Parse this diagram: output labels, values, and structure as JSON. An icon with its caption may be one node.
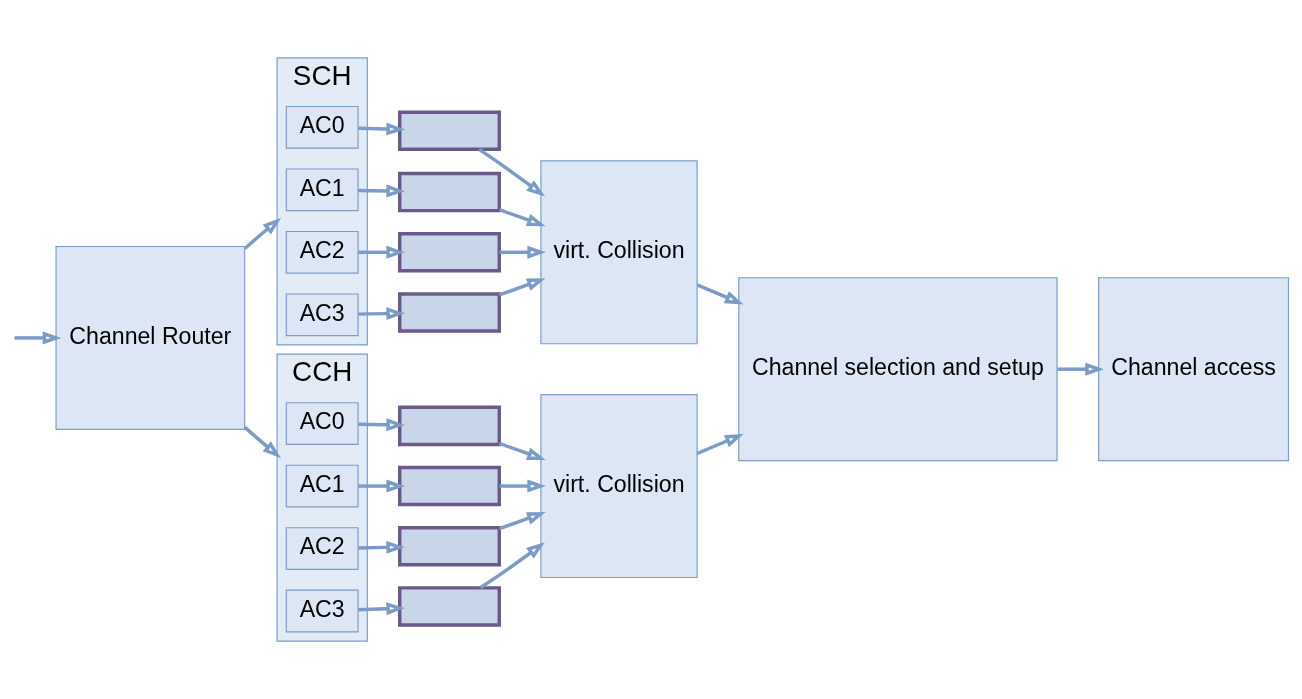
{
  "diagram": {
    "nodes": [
      {
        "text": [
          "Channel Router"
        ]
      },
      {
        "text": [
          "SCH"
        ]
      },
      {
        "text": [
          "AC0"
        ],
        "in": 1
      },
      {
        "text": [
          "AC1"
        ],
        "in": 1
      },
      {
        "text": [
          "AC2"
        ],
        "in": 1
      },
      {
        "text": [
          "AC3"
        ],
        "in": 1
      },
      {
        "text": [],
        "shape": "box"
      },
      {
        "text": [],
        "shape": "box"
      },
      {
        "text": [],
        "shape": "box"
      },
      {
        "text": [],
        "shape": "box"
      },
      {
        "text": [
          "virt. Collision"
        ]
      },
      {
        "text": [
          "CCH"
        ]
      },
      {
        "text": [
          "AC0"
        ],
        "in": 11
      },
      {
        "text": [
          "AC1"
        ],
        "in": 11
      },
      {
        "text": [
          "AC2"
        ],
        "in": 11
      },
      {
        "text": [
          "AC3"
        ],
        "in": 11
      },
      {
        "text": [],
        "shape": "box"
      },
      {
        "text": [],
        "shape": "box"
      },
      {
        "text": [],
        "shape": "box"
      },
      {
        "text": [],
        "shape": "box"
      },
      {
        "text": [
          "virt. Collision"
        ]
      },
      {
        "text": [
          "Channel selection and setup"
        ]
      },
      {
        "text": [
          "Channel access"
        ]
      }
    ],
    "edges": [
      {
        "from": null,
        "to": 0,
        "arrow": "to"
      },
      {
        "from": 0,
        "to": 1,
        "arrow": "to"
      },
      {
        "from": 0,
        "to": 11,
        "arrow": "to"
      },
      {
        "from": 2,
        "to": 6,
        "arrow": "to"
      },
      {
        "from": 3,
        "to": 7,
        "arrow": "to"
      },
      {
        "from": 4,
        "to": 8,
        "arrow": "to"
      },
      {
        "from": 5,
        "to": 9,
        "arrow": "to"
      },
      {
        "from": 6,
        "to": 10,
        "arrow": "to"
      },
      {
        "from": 7,
        "to": 10,
        "arrow": "to"
      },
      {
        "from": 8,
        "to": 10,
        "arrow": "to"
      },
      {
        "from": 9,
        "to": 10,
        "arrow": "to"
      },
      {
        "from": 12,
        "to": 16,
        "arrow": "to"
      },
      {
        "from": 13,
        "to": 17,
        "arrow": "to"
      },
      {
        "from": 14,
        "to": 18,
        "arrow": "to"
      },
      {
        "from": 15,
        "to": 19,
        "arrow": "to"
      },
      {
        "from": 16,
        "to": 20,
        "arrow": "to"
      },
      {
        "from": 17,
        "to": 20,
        "arrow": "to"
      },
      {
        "from": 18,
        "to": 20,
        "arrow": "to"
      },
      {
        "from": 19,
        "to": 20,
        "arrow": "to"
      },
      {
        "from": 10,
        "to": 21,
        "arrow": "to"
      },
      {
        "from": 20,
        "to": 21,
        "arrow": "to"
      },
      {
        "from": 21,
        "to": 22,
        "arrow": "to"
      }
    ]
  }
}
